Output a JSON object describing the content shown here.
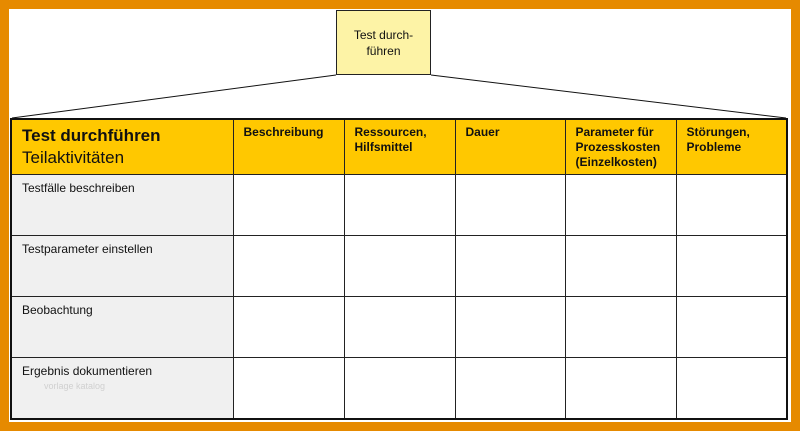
{
  "top_box": {
    "label": "Test durch-\nführen"
  },
  "table": {
    "header_title": "Test durchführen",
    "header_subtitle": "Teilaktivitäten",
    "columns": [
      "Beschreibung",
      "Ressourcen,\nHilfsmittel",
      "Dauer",
      "Parameter für\nProzesskosten\n(Einzelkosten)",
      "Störungen,\nProbleme"
    ],
    "rows": [
      "Testfälle beschreiben",
      "Testparameter einstellen",
      "Beobachtung",
      "Ergebnis dokumentieren"
    ],
    "watermark": "vorlage katalog"
  },
  "colors": {
    "frame": "#E68A00",
    "header_fill": "#FFC800",
    "top_box_fill": "#FDF3A6",
    "row_label_fill": "#F0F0F0"
  }
}
